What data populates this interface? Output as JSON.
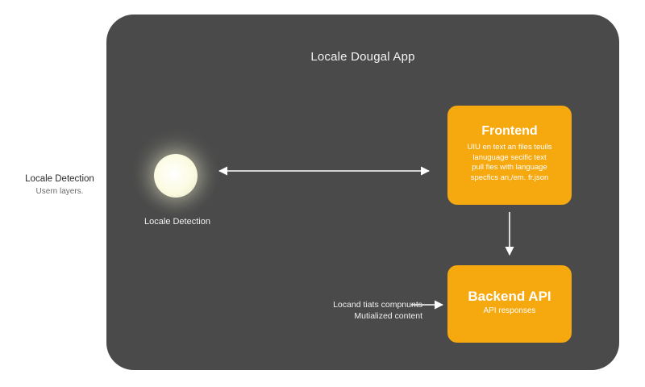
{
  "outside": {
    "title": "Locale Detection",
    "subtitle": "Usern layers."
  },
  "panel": {
    "title": "Locale Dougal App",
    "light_label": "Locale Detection",
    "frontend": {
      "title": "Frontend",
      "lines": [
        "UIU en text an files teuils",
        "lanuguage secific text",
        "pull fies with language",
        "specfics an,/em. fr.json"
      ]
    },
    "backend": {
      "title": "Backend API",
      "body": "API responses"
    },
    "side_text": {
      "line1": "Locand tiats compnunts",
      "line2": "Mutialized content"
    }
  },
  "colors": {
    "panel_bg": "#4a4a4a",
    "box_fill": "#f6a80f",
    "arrow": "#ffffff"
  }
}
